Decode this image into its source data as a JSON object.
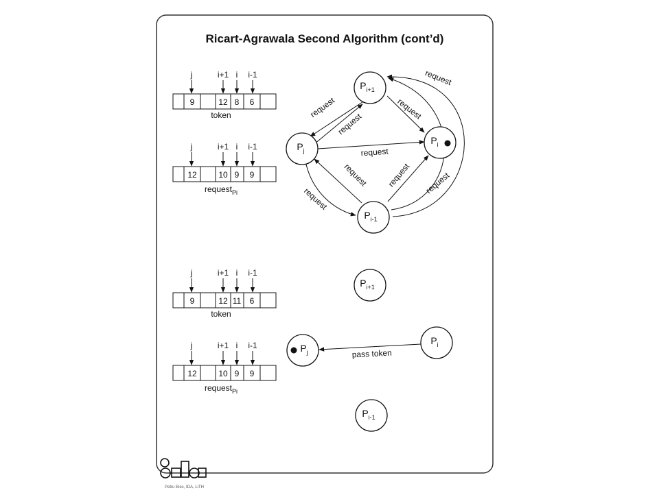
{
  "slide": {
    "title": "Ricart-Agrawala Second Algorithm (cont’d)",
    "footer": "Petru Eles, IDA, LiTH"
  },
  "index_labels": {
    "j": "j",
    "i_plus_1": "i+1",
    "i": "i",
    "i_minus_1": "i-1"
  },
  "arrays": [
    {
      "id": "token-top",
      "caption": "token",
      "caption_sub": "",
      "cells": [
        "",
        "9",
        "",
        "12",
        "8",
        "6",
        ""
      ]
    },
    {
      "id": "request-top",
      "caption": "request",
      "caption_sub": "Pi",
      "cells": [
        "",
        "12",
        "",
        "10",
        "9",
        "9",
        ""
      ]
    },
    {
      "id": "token-bottom",
      "caption": "token",
      "caption_sub": "",
      "cells": [
        "",
        "9",
        "",
        "12",
        "11",
        "6",
        ""
      ]
    },
    {
      "id": "request-bottom",
      "caption": "request",
      "caption_sub": "Pi",
      "cells": [
        "",
        "12",
        "",
        "10",
        "9",
        "9",
        ""
      ]
    }
  ],
  "nodes": {
    "p_label": "P",
    "sub_i_plus_1": "i+1",
    "sub_j": "j",
    "sub_i": "i",
    "sub_i_minus_1": "i-1"
  },
  "edges": {
    "request": "request",
    "pass_token": "pass token"
  },
  "colors": {
    "ink": "#111111",
    "frame": "#333333",
    "background": "#ffffff"
  }
}
